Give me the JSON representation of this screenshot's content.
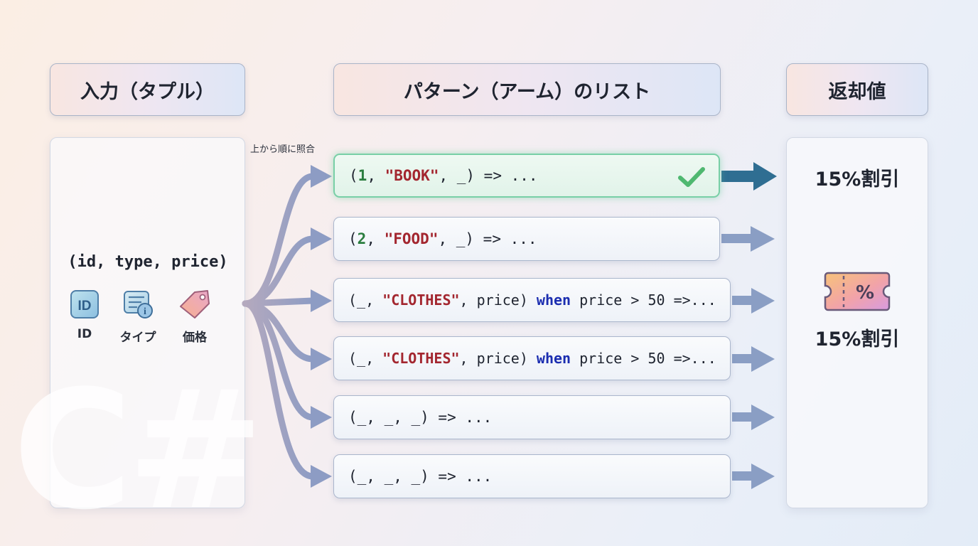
{
  "headers": {
    "input": "入力（タプル）",
    "arms": "パターン（アーム）のリスト",
    "return": "返却値"
  },
  "input": {
    "tuple": "(id, type, price)",
    "icons": [
      {
        "icon": "id-icon",
        "label": "ID"
      },
      {
        "icon": "info-card-icon",
        "label": "タイプ"
      },
      {
        "icon": "price-tag-icon",
        "label": "価格"
      }
    ],
    "watermark": "C#"
  },
  "flow_label": "上から順に照合",
  "arms": [
    {
      "open": "(",
      "num": "1",
      "sep1": ", ",
      "str": "\"BOOK\"",
      "rest": ", _) => ...",
      "kw": "",
      "tail": ""
    },
    {
      "open": "(",
      "num": "2",
      "sep1": ", ",
      "str": "\"FOOD\"",
      "rest": ", _) => ...",
      "kw": "",
      "tail": ""
    },
    {
      "open": "(_, ",
      "num": "",
      "sep1": "",
      "str": "\"CLOTHES\"",
      "rest": ", price) ",
      "kw": "when",
      "tail": " price > 50 =>..."
    },
    {
      "open": "(_, ",
      "num": "",
      "sep1": "",
      "str": "\"CLOTHES\"",
      "rest": ", price) ",
      "kw": "when",
      "tail": " price > 50 =>..."
    },
    {
      "open": "(_, _, _) => ...",
      "num": "",
      "sep1": "",
      "str": "",
      "rest": "",
      "kw": "",
      "tail": ""
    },
    {
      "open": "(_, _, _) => ...",
      "num": "",
      "sep1": "",
      "str": "",
      "rest": "",
      "kw": "",
      "tail": ""
    }
  ],
  "results": {
    "top": "15%割引",
    "bottom": "15%割引",
    "icon": "discount-ticket-icon"
  },
  "colors": {
    "matched_border": "#78cfa6",
    "checkmark": "#4fb870",
    "result_arrow": "#2f6e92",
    "arrow": "#8a9ec4",
    "string": "#a3262f",
    "number": "#2a7d3e",
    "keyword": "#1b2db0"
  }
}
